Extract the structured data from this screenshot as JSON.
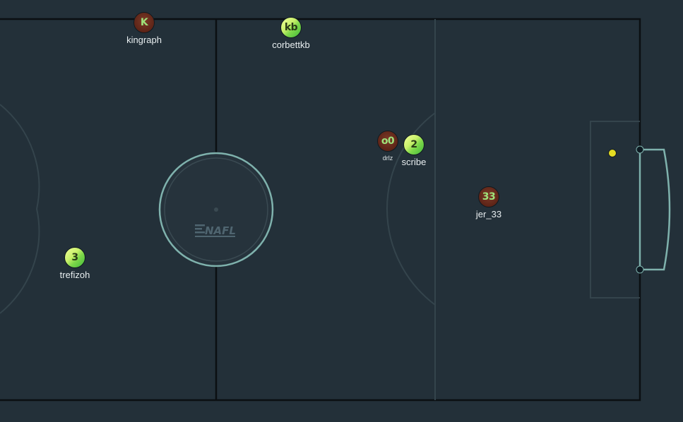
{
  "pitch": {
    "background": "#233039",
    "line_color": "#0b0f12",
    "soft_line_color": "#3a4a52",
    "goal_color": "#7fb2ad",
    "center_logo": "logo-icon"
  },
  "ball": {
    "color": "#e4dc22"
  },
  "players": [
    {
      "name": "kingraph",
      "label": "K",
      "team": "red"
    },
    {
      "name": "corbettkb",
      "label": "kb",
      "team": "green"
    },
    {
      "name": "drlz",
      "label": "o0",
      "team": "red"
    },
    {
      "name": "scribe",
      "label": "2",
      "team": "green"
    },
    {
      "name": "jer_33",
      "label": "33",
      "team": "red"
    },
    {
      "name": "trefizoh",
      "label": "3",
      "team": "green"
    }
  ]
}
